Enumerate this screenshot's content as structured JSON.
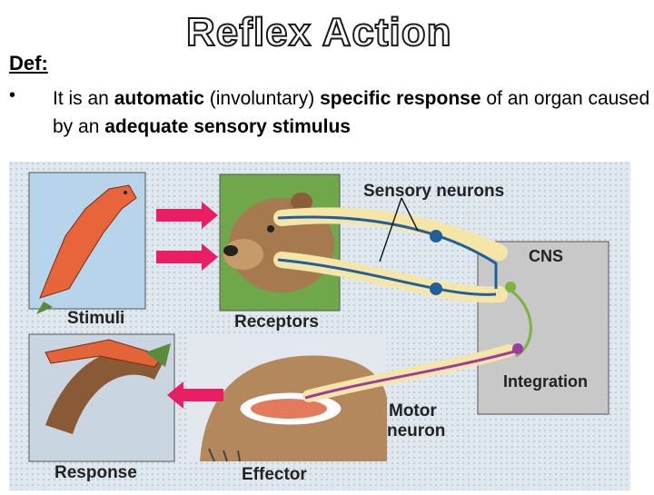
{
  "slide": {
    "title": "Reflex Action",
    "def_label": "Def:",
    "bullet": "•",
    "definition": {
      "t1": "It is an ",
      "b1": "automatic",
      "t2": " (involuntary) ",
      "b2": "specific response",
      "t3": " of an organ caused by an ",
      "b3": "adequate sensory stimulus"
    }
  },
  "diagram": {
    "labels": {
      "sensory_neurons": "Sensory neurons",
      "cns": "CNS",
      "stimuli": "Stimuli",
      "receptors": "Receptors",
      "integration": "Integration",
      "motor": "Motor",
      "neuron": "neuron",
      "response": "Response",
      "effector": "Effector"
    },
    "colors": {
      "sensory": "#1f5f9e",
      "integration": "#7cb342",
      "motor": "#9c3d9e",
      "arrow": "#e91e63",
      "nerve": "#f5e6a8",
      "cns_box": "#c8c8c8"
    }
  }
}
